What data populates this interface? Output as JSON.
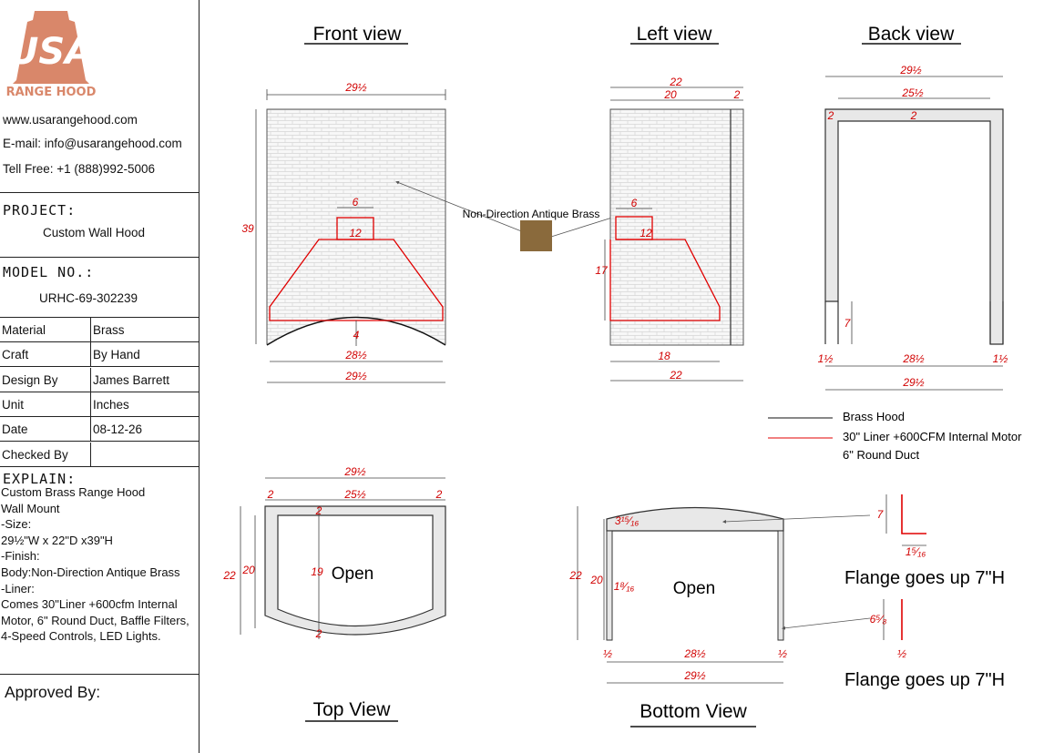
{
  "brand": {
    "logo_text": "USA",
    "logo_sub": "RANGE HOOD"
  },
  "contact": {
    "website": "www.usarangehood.com",
    "email": "E-mail: info@usarangehood.com",
    "phone": "Tell Free: +1 (888)992-5006"
  },
  "project": {
    "label": "PROJECT:",
    "value": "Custom Wall Hood"
  },
  "model": {
    "label": "MODEL NO.:",
    "value": "URHC-69-302239"
  },
  "specs": [
    {
      "k": "Material",
      "v": "Brass"
    },
    {
      "k": "Craft",
      "v": "By Hand"
    },
    {
      "k": "Design By",
      "v": "James Barrett"
    },
    {
      "k": "Unit",
      "v": "Inches"
    },
    {
      "k": "Date",
      "v": "08-12-26"
    },
    {
      "k": "Checked By",
      "v": ""
    }
  ],
  "explain": {
    "label": "EXPLAIN:",
    "text": "Custom Brass Range Hood\nWall Mount\n-Size:\n29½\"W x 22\"D x39\"H\n-Finish:\nBody:Non-Direction Antique Brass\n-Liner:\nComes 30\"Liner +600cfm Internal Motor, 6\" Round Duct, Baffle Filters, 4-Speed Controls, LED Lights."
  },
  "approved": "Approved By:",
  "views": {
    "front": "Front view",
    "left": "Left view",
    "back": "Back view",
    "top": "Top View",
    "bottom": "Bottom View"
  },
  "finish_label": "Non-Direction Antique Brass",
  "legend": {
    "brass": "Brass Hood",
    "liner": "30\" Liner +600CFM Internal  Motor",
    "duct": "6\" Round Duct"
  },
  "open": "Open",
  "flange": "Flange goes up 7\"H",
  "dims": {
    "w": "29½",
    "arch": "28½",
    "d": "22",
    "d20": "20",
    "two": "2",
    "six": "6",
    "twelve": "12",
    "h39": "39",
    "h17": "17",
    "four": "4",
    "eighteen": "18",
    "inner": "25½",
    "seven": "7",
    "half": "½",
    "one_half": "1½",
    "w1": "19",
    "f3_15_16": "3¹⁵⁄₁₆",
    "f1_5_16": "1⁵⁄₁₆",
    "f18_16": "1⁸⁄₁₆",
    "f6_5_8": "6⁵⁄₈"
  },
  "colors": {
    "red": "#d10000",
    "brass": "#8a6a3c",
    "logo": "#d9876a",
    "panel": "#e8e8e8"
  }
}
